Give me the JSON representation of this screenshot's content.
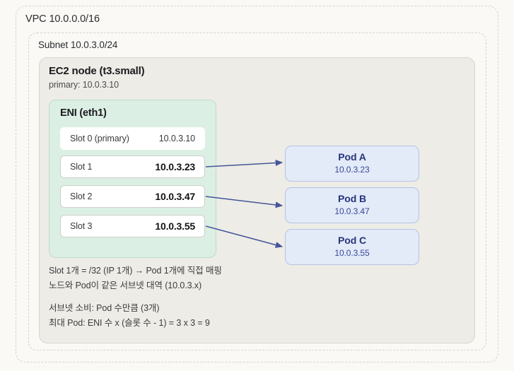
{
  "vpc": {
    "label": "VPC 10.0.0.0/16"
  },
  "subnet": {
    "label": "Subnet 10.0.3.0/24"
  },
  "ec2": {
    "title": "EC2 node (t3.small)",
    "primary": "primary: 10.0.3.10"
  },
  "eni": {
    "title": "ENI (eth1)",
    "slots": [
      {
        "name": "Slot 0 (primary)",
        "ip": "10.0.3.10",
        "emphasis": false,
        "bordered": false
      },
      {
        "name": "Slot 1",
        "ip": "10.0.3.23",
        "emphasis": true,
        "bordered": true
      },
      {
        "name": "Slot 2",
        "ip": "10.0.3.47",
        "emphasis": true,
        "bordered": true
      },
      {
        "name": "Slot 3",
        "ip": "10.0.3.55",
        "emphasis": true,
        "bordered": true
      }
    ]
  },
  "pods": [
    {
      "name": "Pod A",
      "ip": "10.0.3.23"
    },
    {
      "name": "Pod B",
      "ip": "10.0.3.47"
    },
    {
      "name": "Pod C",
      "ip": "10.0.3.55"
    }
  ],
  "notes": {
    "group_a": [
      "Slot 1개 = /32 (IP 1개) → Pod 1개에 직접 매핑",
      "노드와 Pod이 같은 서브넷 대역 (10.0.3.x)"
    ],
    "group_b": [
      "서브넷 소비: Pod 수만큼 (3개)",
      "최대 Pod: ENI 수 x (슬롯 수 - 1) = 3 x 3 = 9"
    ]
  },
  "colors": {
    "page_background": "#faf9f6",
    "dashed_border": "#d6d3cb",
    "ec2_fill": "#edece6",
    "eni_fill": "#dcefe4",
    "eni_border": "#bedccb",
    "slot_fill": "#ffffff",
    "slot_border": "#ccd0cd",
    "pod_fill": "#e3eaf8",
    "pod_border": "#b7c4e2",
    "pod_text": "#26347a",
    "arrow": "#46559b"
  }
}
